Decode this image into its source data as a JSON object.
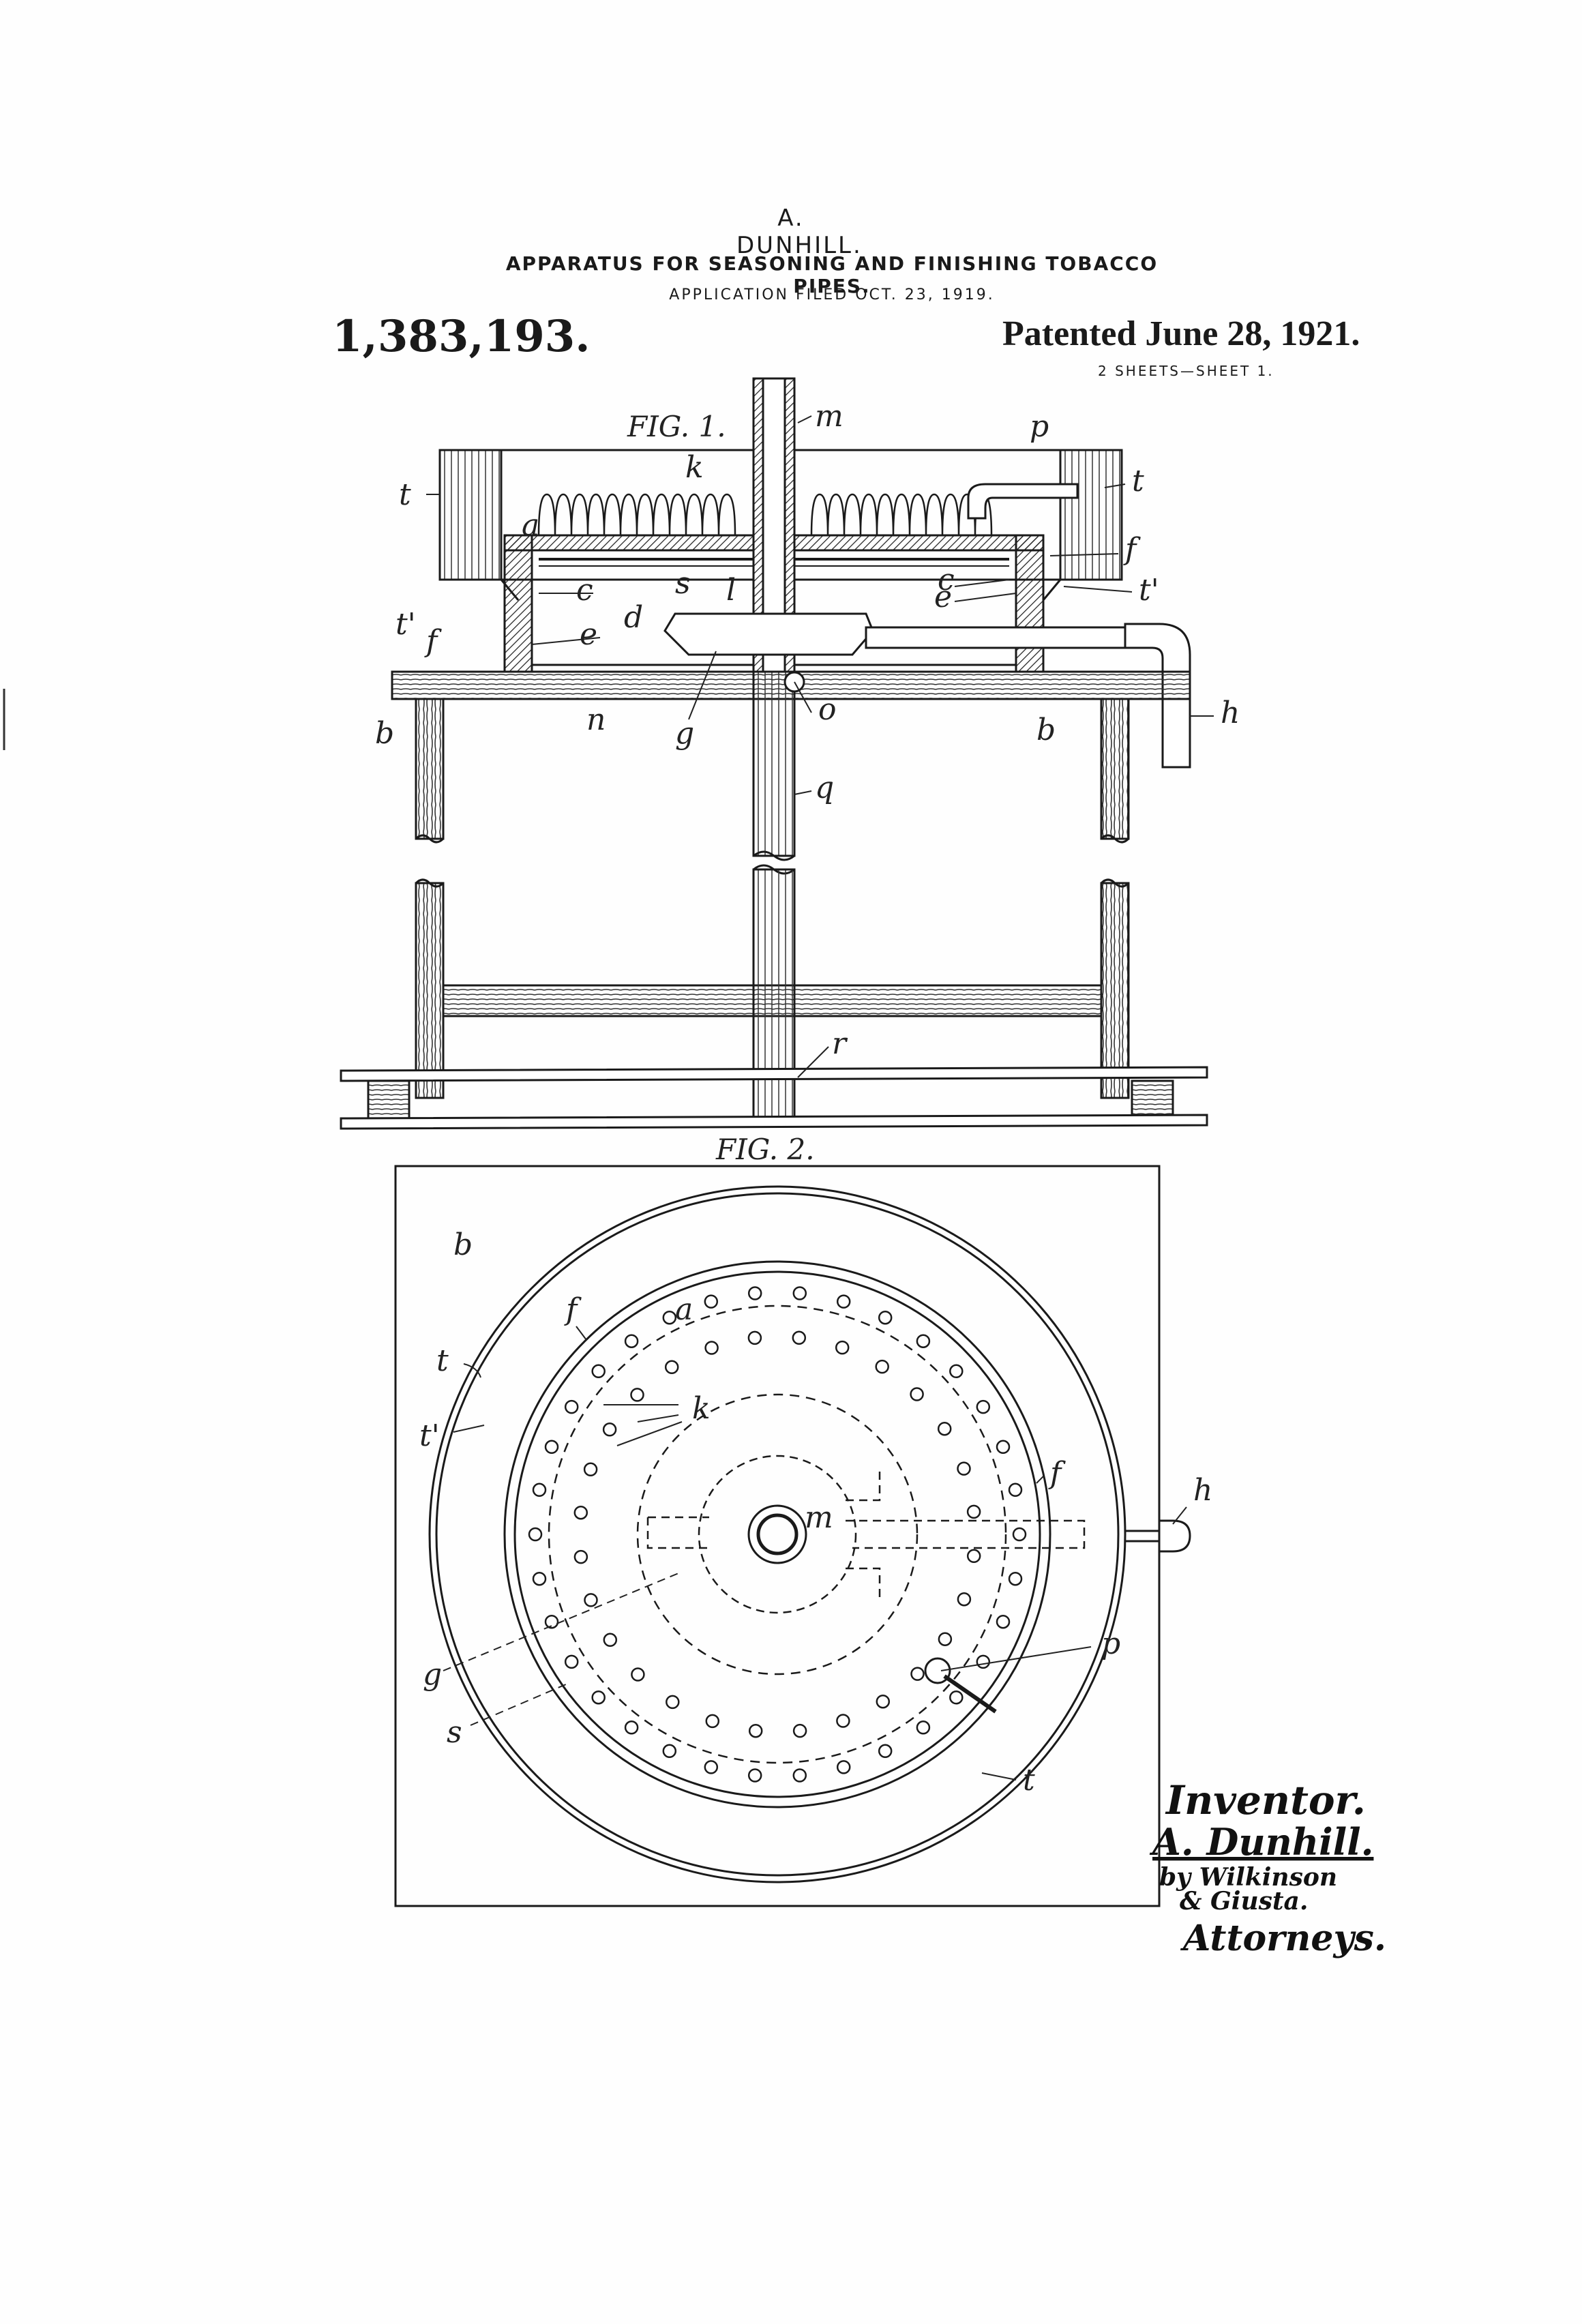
{
  "header": {
    "inventor_name": "A. DUNHILL.",
    "title": "APPARATUS FOR SEASONING AND FINISHING TOBACCO PIPES.",
    "application_filed": "APPLICATION FILED OCT. 23, 1919.",
    "patent_number": "1,383,193.",
    "patented": "Patented June 28, 1921.",
    "sheets": "2 SHEETS—SHEET 1."
  },
  "figures": {
    "fig1_label": "FIG. 1.",
    "fig2_label": "FIG. 2."
  },
  "fig1_labels": {
    "m": "m",
    "p": "p",
    "k": "k",
    "t_left": "t",
    "t_right": "t",
    "a": "a",
    "f_right": "f",
    "s": "s",
    "l": "l",
    "c_left": "c",
    "c_right": "c",
    "e_right": "e",
    "t1_right": "t'",
    "t1_left": "t'",
    "f_left": "f",
    "e_left": "e",
    "d": "d",
    "b_left": "b",
    "n": "n",
    "g": "g",
    "o": "o",
    "b_right": "b",
    "h": "h",
    "q": "q",
    "r": "r"
  },
  "fig2_labels": {
    "b": "b",
    "a": "a",
    "f_top": "f",
    "t_left": "t",
    "t1": "t'",
    "k": "k",
    "h": "h",
    "f_right": "f",
    "m": "m",
    "g": "g",
    "s": "s",
    "p": "p",
    "t_bottom": "t"
  },
  "signature": {
    "line1": "Inventor.",
    "line2": "A. Dunhill.",
    "line3": "by Wilkinson",
    "line4": "& Giusta.",
    "line5": "Attorneys."
  }
}
